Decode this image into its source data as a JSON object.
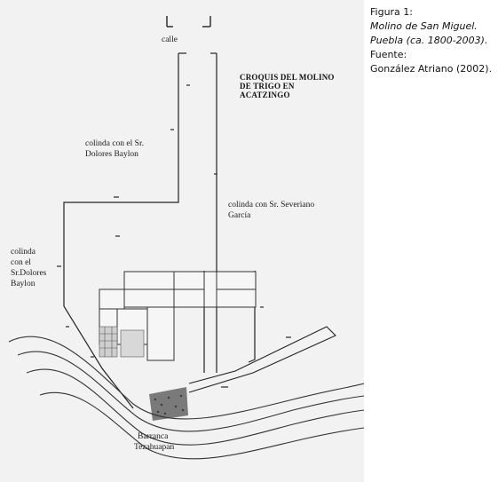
{
  "caption": {
    "figure_label": "Figura 1:",
    "figure_title_line1": "Molino de San Miguel.",
    "figure_title_line2": "Puebla (ca. 1800-2003).",
    "source_label": "Fuente:",
    "source_text": "González Atriano (2002)."
  },
  "plan": {
    "title_line1": "CROQUIS DEL MOLINO",
    "title_line2": "DE TRIGO EN",
    "title_line3": "ACATZINGO",
    "street": "calle",
    "neighbor_1_line1": "colinda con el Sr.",
    "neighbor_1_line2": "Dolores Baylon",
    "neighbor_2_line1": "colinda con Sr. Severiano",
    "neighbor_2_line2": "García",
    "neighbor_3_line1": "colinda",
    "neighbor_3_line2": "con el",
    "neighbor_3_line3": "Sr.Dolores",
    "neighbor_3_line4": "Baylon",
    "ravine_line1": "Barranca",
    "ravine_line2": "Tezahuapan"
  }
}
